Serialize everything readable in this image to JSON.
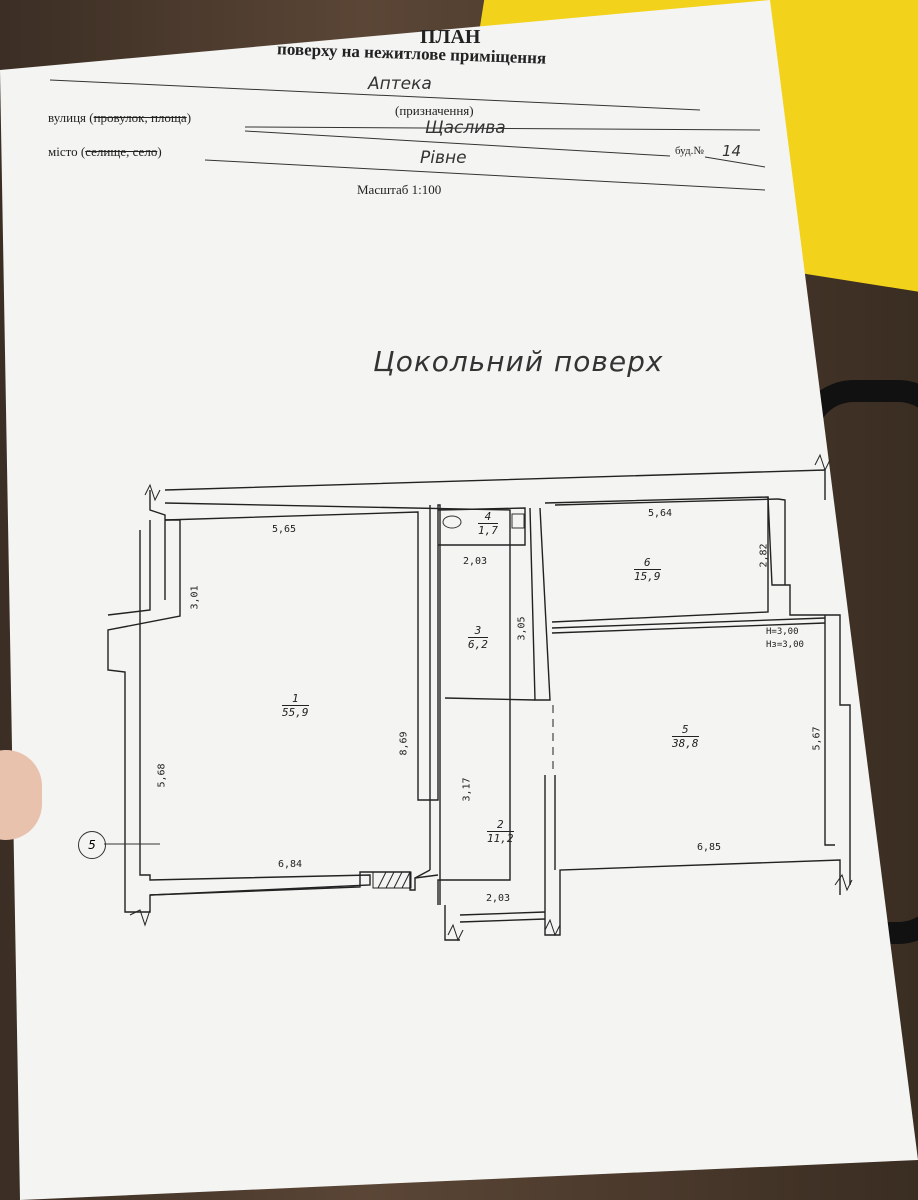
{
  "header": {
    "title": "ПЛАН",
    "subtitle": "поверху на нежитлове приміщення",
    "purpose_value": "Аптека",
    "purpose_caption": "(призначення)",
    "street_label_prefix": "вулиця (",
    "street_label_struck": "провулок, площа",
    "street_label_suffix": ")",
    "street_value": "Щаслива",
    "building_label": "буд.№",
    "building_value": "14",
    "city_label_prefix": "місто (",
    "city_label_struck": "селище, село",
    "city_label_suffix": ")",
    "city_value": "Рівне",
    "scale": "Масштаб 1:100"
  },
  "floor_title": "Цокольний поверх",
  "rooms": [
    {
      "num": "1",
      "area": "55,9"
    },
    {
      "num": "2",
      "area": "11,2"
    },
    {
      "num": "3",
      "area": "6,2"
    },
    {
      "num": "4",
      "area": "1,7"
    },
    {
      "num": "5",
      "area": "38,8"
    },
    {
      "num": "6",
      "area": "15,9"
    }
  ],
  "dimensions": {
    "r1_top": "5,65",
    "r1_window_left": "3,01",
    "r1_left": "5,68",
    "r1_right": "8,69",
    "r1_bottom": "6,84",
    "r4_width": "2,03",
    "r3_right": "3,05",
    "r2_right": "3,17",
    "r2_bottom": "2,03",
    "r6_top": "5,64",
    "r6_right": "2,82",
    "r5_right": "5,67",
    "r5_bottom": "6,85"
  },
  "heights": {
    "h": "Н=3,00",
    "hz": "Нз=3,00"
  },
  "axis_label": "5"
}
